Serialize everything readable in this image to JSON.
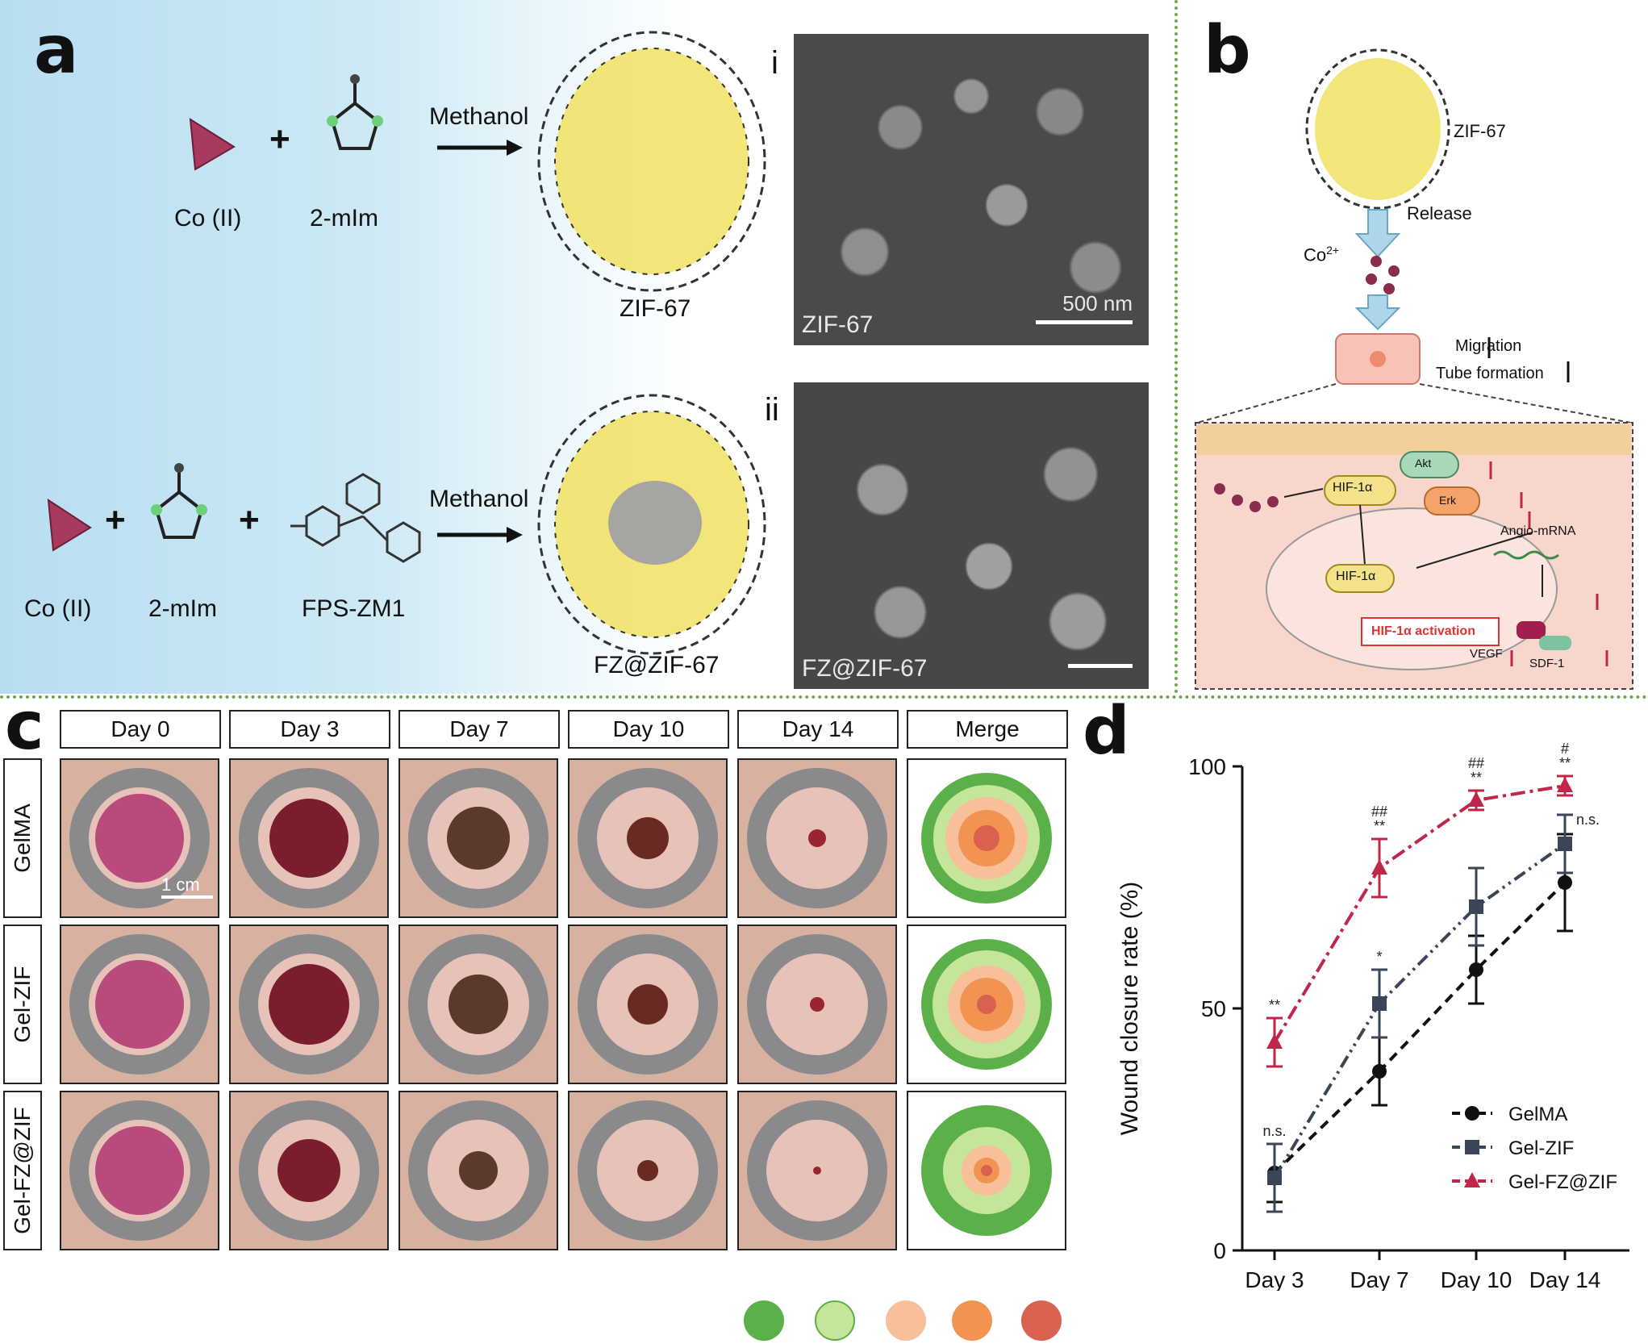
{
  "panel_letters": {
    "a": "a",
    "b": "b",
    "c": "c",
    "d": "d"
  },
  "panel_a": {
    "row1": {
      "reagent1": "Co (II)",
      "reagent2": "2-mIm",
      "plus": "+",
      "arrow_label": "Methanol",
      "product": "ZIF-67"
    },
    "row2": {
      "reagent1": "Co (II)",
      "reagent2": "2-mIm",
      "reagent3": "FPS-ZM1",
      "plus": "+",
      "arrow_label": "Methanol",
      "product": "FZ@ZIF-67"
    },
    "sem1": {
      "roman": "i",
      "caption": "ZIF-67",
      "scale_bar": "500 nm"
    },
    "sem2": {
      "roman": "ii",
      "caption": "FZ@ZIF-67"
    }
  },
  "panel_b": {
    "mof_label": "ZIF-67",
    "release": "Release",
    "ion": "Co",
    "ion_charge": "2+",
    "migration": "Migration",
    "tube": "Tube formation",
    "hif_cyto": "HIF-1α",
    "akt": "Akt",
    "erk": "Erk",
    "hif_nuc": "HIF-1α",
    "activation": "HIF-1α activation",
    "mrna": "Angio-mRNA",
    "vegf": "VEGF",
    "sdf": "SDF-1"
  },
  "panel_c": {
    "days": [
      "Day 0",
      "Day 3",
      "Day 7",
      "Day 10",
      "Day 14"
    ],
    "merge": "Merge",
    "rows": [
      "GelMA",
      "Gel-ZIF",
      "Gel-FZ@ZIF"
    ],
    "scale_bar": "1 cm",
    "legend_colors": [
      "#5cb04a",
      "#c5e59a",
      "#f7c09a",
      "#f39352",
      "#d9614f"
    ]
  },
  "chart_data": {
    "type": "line",
    "ylabel": "Wound closure rate (%)",
    "xlabel": "",
    "categories": [
      "Day 3",
      "Day 7",
      "Day 10",
      "Day 14"
    ],
    "ylim": [
      0,
      100
    ],
    "yticks": [
      0,
      50,
      100
    ],
    "legend_position": "bottom-right",
    "series": [
      {
        "name": "GelMA",
        "color": "#111111",
        "marker": "circle",
        "dash": "12 8",
        "values": [
          16,
          37,
          58,
          76
        ],
        "err": [
          6,
          7,
          7,
          10
        ]
      },
      {
        "name": "Gel-ZIF",
        "color": "#3a4657",
        "marker": "square",
        "dash": "16 6 3 6 3 6",
        "values": [
          15,
          51,
          71,
          84
        ],
        "err": [
          7,
          7,
          8,
          6
        ]
      },
      {
        "name": "Gel-FZ@ZIF",
        "color": "#c0254a",
        "marker": "triangle",
        "dash": "18 6 4 6",
        "values": [
          43,
          79,
          93,
          96
        ],
        "err": [
          5,
          6,
          2,
          2
        ]
      }
    ],
    "annotations": [
      {
        "x": "Day 3",
        "series": "Gel-FZ@ZIF",
        "lines": [
          "**"
        ]
      },
      {
        "x": "Day 3",
        "series": "GelMA",
        "lines": [
          "n.s."
        ]
      },
      {
        "x": "Day 7",
        "series": "Gel-FZ@ZIF",
        "lines": [
          "##",
          "**"
        ]
      },
      {
        "x": "Day 7",
        "series": "Gel-ZIF",
        "lines": [
          "*"
        ]
      },
      {
        "x": "Day 10",
        "series": "Gel-FZ@ZIF",
        "lines": [
          "##",
          "**"
        ]
      },
      {
        "x": "Day 14",
        "series": "Gel-FZ@ZIF",
        "lines": [
          "#",
          "**"
        ]
      },
      {
        "x": "Day 14",
        "series": "Gel-ZIF",
        "lines": [
          "n.s."
        ]
      }
    ]
  }
}
